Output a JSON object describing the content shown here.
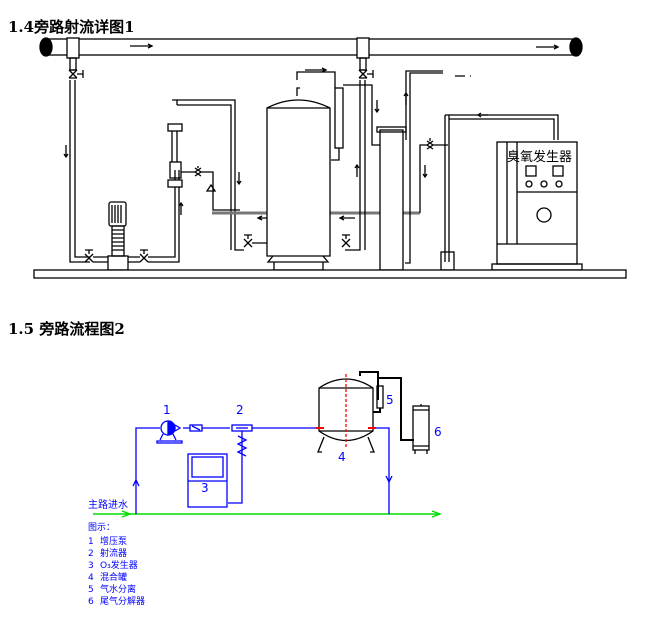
{
  "diagram1": {
    "title": "1.4旁路射流详图1",
    "generator_label": "臭氧发生器"
  },
  "diagram2": {
    "title": "1.5  旁路流程图2",
    "main_inlet_label": "主路进水",
    "component_numbers": [
      "1",
      "2",
      "3",
      "4",
      "5",
      "6"
    ],
    "legend_title": "图示：",
    "legend": [
      {
        "num": "1",
        "text": "增压泵"
      },
      {
        "num": "2",
        "text": "射流器"
      },
      {
        "num": "3",
        "text": "O₃发生器"
      },
      {
        "num": "4",
        "text": "混合罐"
      },
      {
        "num": "5",
        "text": "气水分离"
      },
      {
        "num": "6",
        "text": "尾气分解器"
      }
    ],
    "colors": {
      "process_line": "#0000ff",
      "main_line": "#00dd00",
      "tank_axis": "#ff0000"
    }
  }
}
